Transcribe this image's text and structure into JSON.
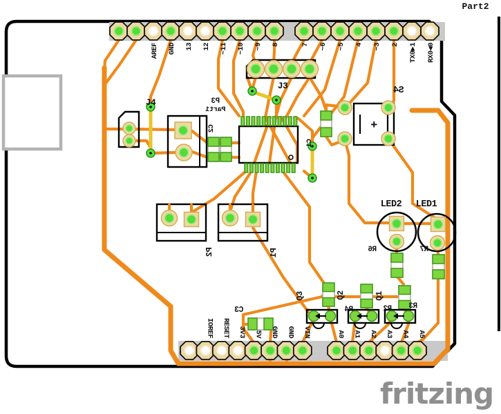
{
  "annotations": {
    "part2": "Part2"
  },
  "logo": {
    "text": "fritzing",
    "color": "#8f8f8f"
  },
  "colors": {
    "copper_bottom": "#EE8A1C",
    "copper_top": "#E8C52C",
    "pad_green": "#52dd3a",
    "pad_ring_tan": "#eed9a4",
    "header_strip": "#c9c9c9",
    "board_outline": "#000000",
    "usb_outline": "#b3b3b3"
  },
  "headers": {
    "digital_left": {
      "pins": [
        {
          "label": "",
          "plated": true
        },
        {
          "label": "",
          "plated": true
        },
        {
          "label": "AREF",
          "plated": false
        },
        {
          "label": "GND",
          "plated": true
        },
        {
          "label": "13",
          "plated": false
        },
        {
          "label": "12",
          "plated": false
        },
        {
          "label": "~11",
          "plated": true
        },
        {
          "label": "~10",
          "plated": true
        },
        {
          "label": "~9",
          "plated": true
        },
        {
          "label": "8",
          "plated": true
        }
      ]
    },
    "digital_right": {
      "pins": [
        {
          "label": "7",
          "plated": true
        },
        {
          "label": "~6",
          "plated": true
        },
        {
          "label": "~5",
          "plated": true
        },
        {
          "label": "4",
          "plated": true
        },
        {
          "label": "~3",
          "plated": true
        },
        {
          "label": "2",
          "plated": true
        },
        {
          "label": "TX0▶1",
          "plated": false
        },
        {
          "label": "RX0◀0",
          "plated": false
        }
      ]
    },
    "power": {
      "pins": [
        {
          "label": "",
          "plated": false
        },
        {
          "label": "IOREF",
          "plated": false
        },
        {
          "label": "RESET",
          "plated": false
        },
        {
          "label": "3V3",
          "plated": false
        },
        {
          "label": "5V",
          "plated": true
        },
        {
          "label": "GND",
          "plated": true
        },
        {
          "label": "GND",
          "plated": true
        },
        {
          "label": "VIN",
          "plated": true
        }
      ]
    },
    "analog": {
      "pins": [
        {
          "label": "A0",
          "plated": true
        },
        {
          "label": "A1",
          "plated": true
        },
        {
          "label": "A2",
          "plated": true
        },
        {
          "label": "A3",
          "plated": false
        },
        {
          "label": "A4",
          "plated": true
        },
        {
          "label": "A5",
          "plated": true
        }
      ]
    }
  },
  "silkscreen": {
    "j4": "J4",
    "j3": "J3",
    "s4": "S4",
    "p3": "P3",
    "part1": "Part1",
    "p1": "P1",
    "p2": "P2",
    "c1": "C1",
    "c2": "C2",
    "c3": "C3",
    "q1": "Q1",
    "q2": "Q2",
    "q3": "Q3",
    "r2": "R2",
    "r3": "R3",
    "r4": "R4",
    "r6": "R6",
    "r7": "R7",
    "led1": "LED1",
    "led2": "LED2",
    "switch_plus": "+"
  }
}
